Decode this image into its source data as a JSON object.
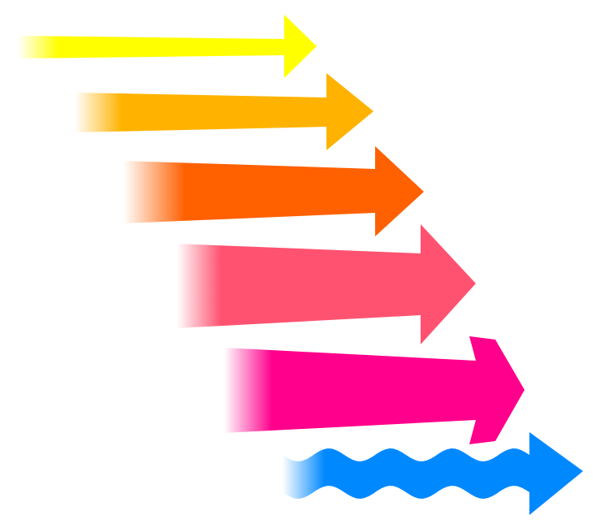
{
  "arrows": [
    {
      "name": "yellow-arrow",
      "style": "straight",
      "color": "#FFFF00"
    },
    {
      "name": "amber-arrow",
      "style": "straight",
      "color": "#FFB300"
    },
    {
      "name": "orange-arrow",
      "style": "straight",
      "color": "#FF6000"
    },
    {
      "name": "coral-arrow",
      "style": "straight",
      "color": "#FF5270"
    },
    {
      "name": "magenta-arrow",
      "style": "chevron-head",
      "color": "#FF008C"
    },
    {
      "name": "blue-wavy-arrow",
      "style": "wavy",
      "color": "#0088FF"
    }
  ]
}
